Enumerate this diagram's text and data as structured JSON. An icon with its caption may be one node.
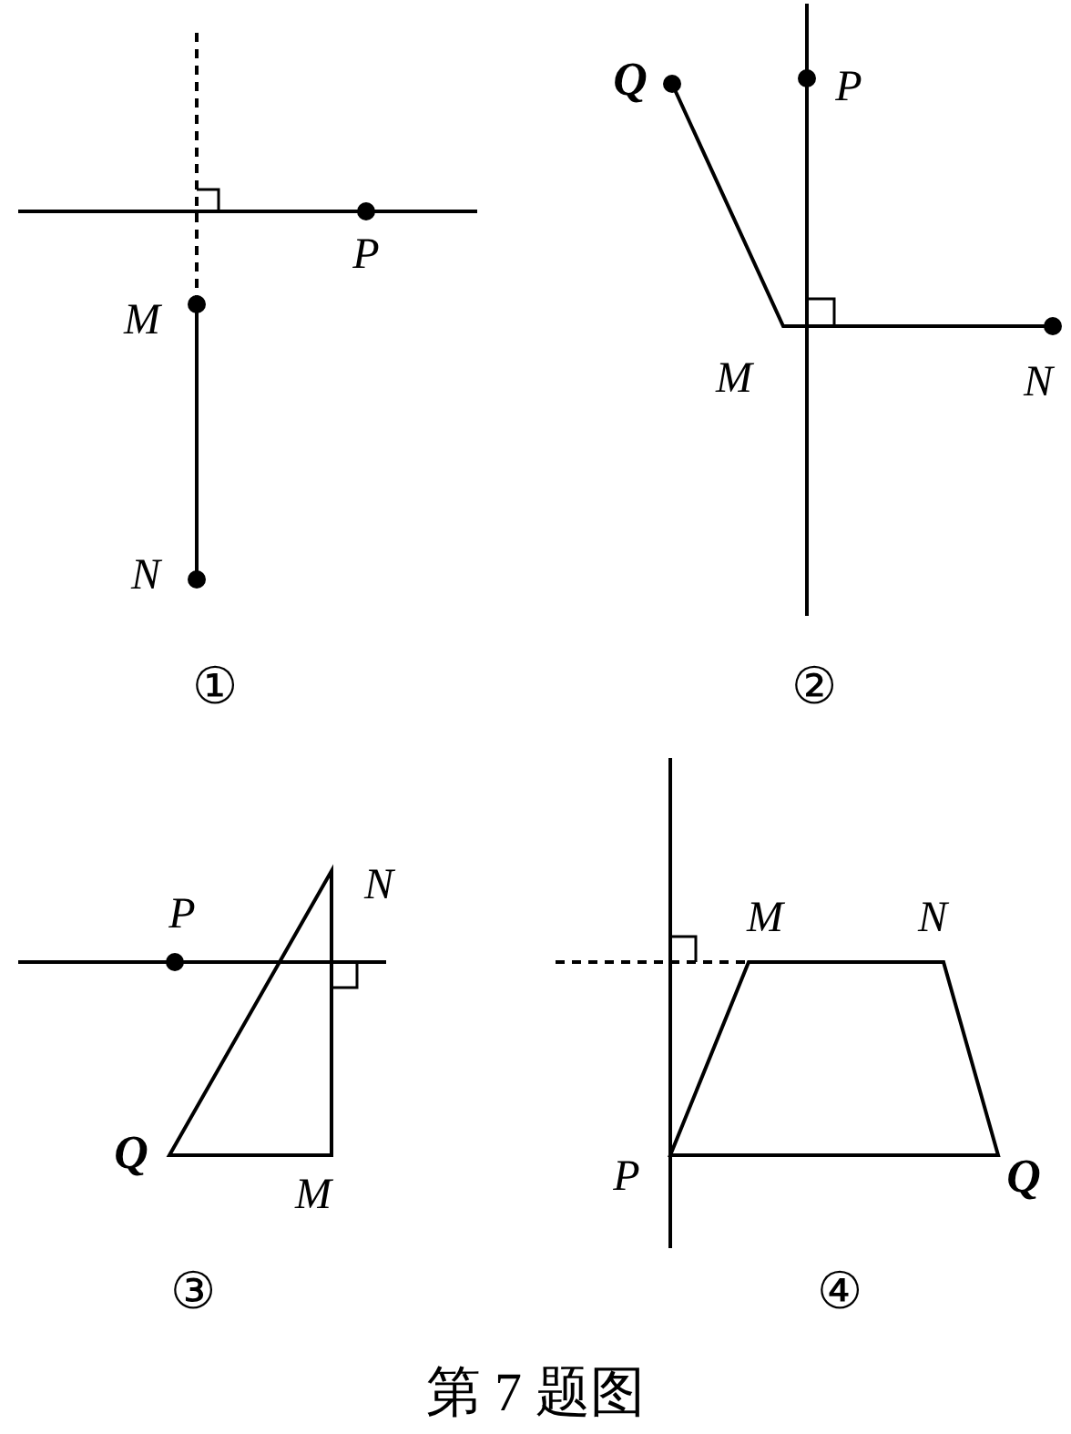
{
  "diagram": {
    "caption": "第 7 题图",
    "labels": [
      "P",
      "M",
      "N",
      "①",
      "Q",
      "P",
      "M",
      "N",
      "②",
      "P",
      "N",
      "Q",
      "M",
      "③",
      "M",
      "N",
      "P",
      "Q",
      "④"
    ]
  }
}
